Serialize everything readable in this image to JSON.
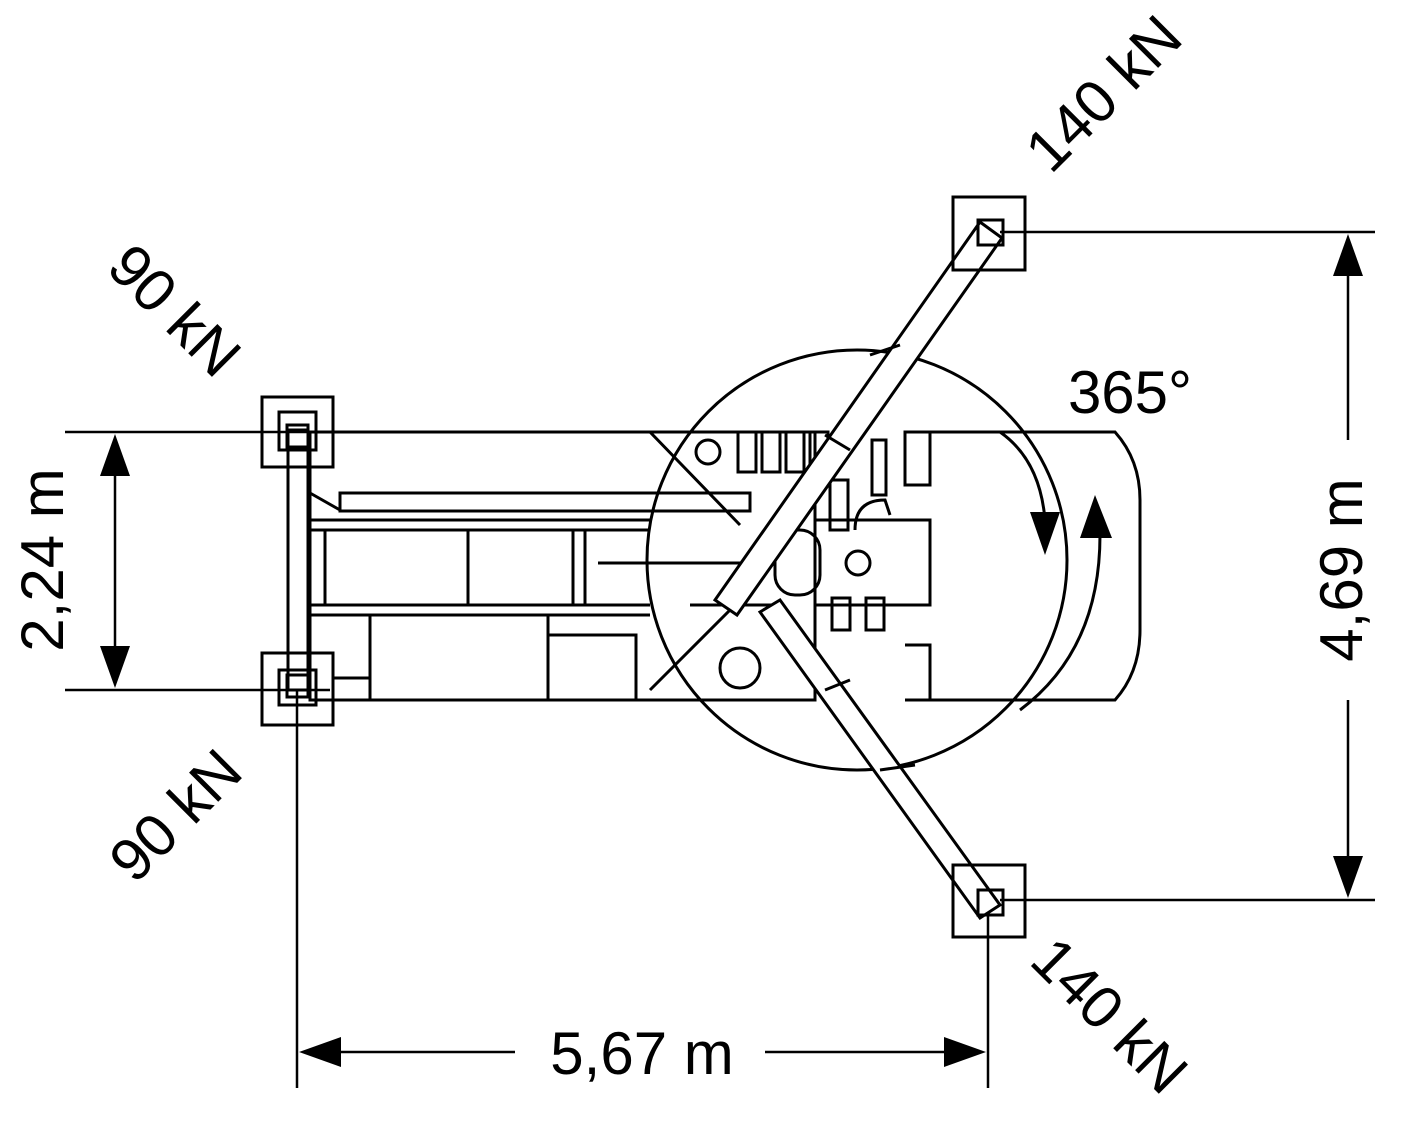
{
  "loads": {
    "top_right": "140 kN",
    "bottom_right": "140 kN",
    "top_left": "90 kN",
    "bottom_left": "90 kN"
  },
  "dimensions": {
    "width_rear": "2,24 m",
    "width_front": "4,69 m",
    "length": "5,67 m"
  },
  "slew_angle": "365°",
  "colors": {
    "line": "#000000",
    "background": "#ffffff"
  }
}
